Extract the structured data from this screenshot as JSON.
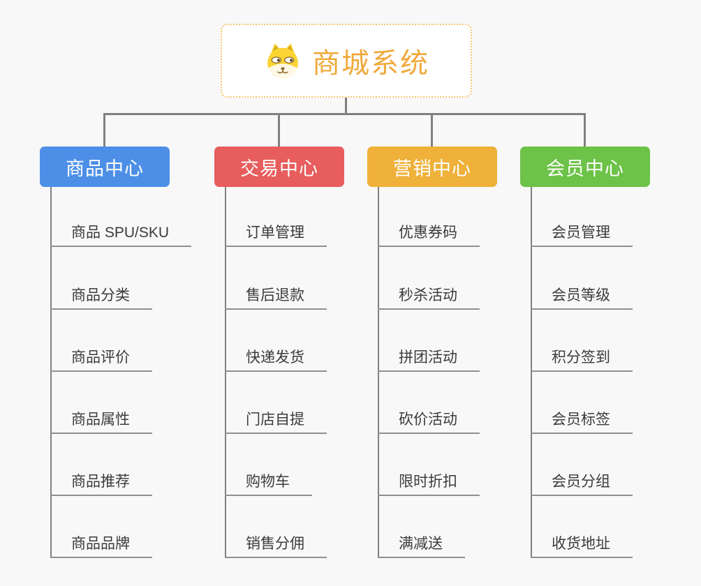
{
  "root": {
    "title": "商城系统",
    "icon": "shiba-dog-icon"
  },
  "branches": [
    {
      "label": "商品中心",
      "color": "#4D8FE6",
      "items": [
        "商品 SPU/SKU",
        "商品分类",
        "商品评价",
        "商品属性",
        "商品推荐",
        "商品品牌"
      ]
    },
    {
      "label": "交易中心",
      "color": "#E85D5D",
      "items": [
        "订单管理",
        "售后退款",
        "快递发货",
        "门店自提",
        "购物车",
        "销售分佣"
      ]
    },
    {
      "label": "营销中心",
      "color": "#EFB13A",
      "items": [
        "优惠券码",
        "秒杀活动",
        "拼团活动",
        "砍价活动",
        "限时折扣",
        "满减送"
      ]
    },
    {
      "label": "会员中心",
      "color": "#6DC248",
      "items": [
        "会员管理",
        "会员等级",
        "积分签到",
        "会员标签",
        "会员分组",
        "收货地址"
      ]
    }
  ],
  "css_vars": {
    "bg": "#F8F8F8",
    "connector": "#808080",
    "underline": "#8F8F8F",
    "leaf-text": "#3B3B3B",
    "node-text": "#FFFFFF",
    "root-accent": "#F0A93C",
    "root-border": "#F6C66D"
  }
}
